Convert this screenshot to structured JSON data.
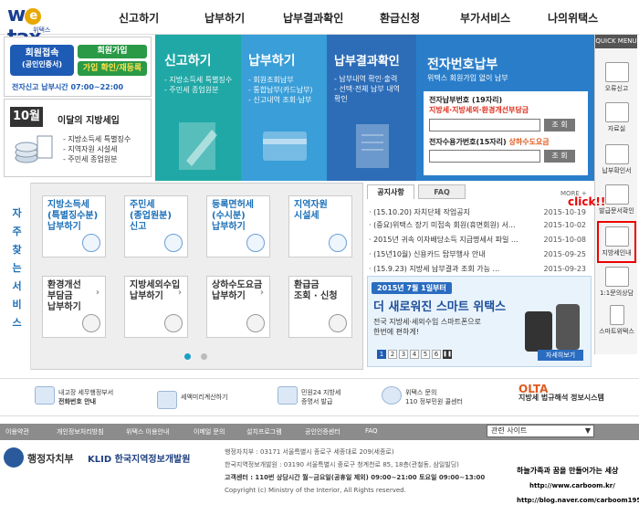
{
  "logo": {
    "brand": "wetax",
    "sub": "위택스"
  },
  "gnb": [
    "신고하기",
    "납부하기",
    "납부결과확인",
    "환급신청",
    "부가서비스",
    "나의위택스"
  ],
  "login": {
    "member_login": "회원접속",
    "cert": "(공인인증서)",
    "join": "회원가입",
    "confirm": "가입 확인/재등록",
    "hours": "전자신고 납부시간 07:00~22:00"
  },
  "month_tax": {
    "month": "10월",
    "title": "이달의 지방세입",
    "items": [
      "- 지방소득세 특별징수",
      "- 지역자원 시설세",
      "- 주민세 종업원분"
    ]
  },
  "panels": [
    {
      "title": "신고하기",
      "items": [
        "- 지방소득세 특별징수",
        "- 주민세 종업원분"
      ]
    },
    {
      "title": "납부하기",
      "items": [
        "- 회원조회납부",
        "- 통합납부(카드납부)",
        "- 신고내역 조회·납부"
      ]
    },
    {
      "title": "납부결과확인",
      "items": [
        "- 납부내역 확인·출력",
        "- 선택·전체 납부 내역",
        "  확인"
      ]
    }
  ],
  "e_num": {
    "title": "전자번호납부",
    "sub": "위택스 회원가입 없이 납부",
    "label1": "전자납부번호 (19자리)",
    "red1": "지방세·지방세외·환경개선부담금",
    "label2": "전자수용가번호(15자리)",
    "red2": "상하수도요금",
    "btn": "조 회"
  },
  "svc_title": [
    "자",
    "주",
    "찾",
    "는",
    "서",
    "비",
    "스"
  ],
  "cards": [
    {
      "l1": "지방소득세",
      "l2": "(특별징수분)",
      "l3": "납부하기"
    },
    {
      "l1": "주민세",
      "l2": "(종업원분)",
      "l3": "신고"
    },
    {
      "l1": "등록면허세",
      "l2": "(수시분)",
      "l3": "납부하기"
    },
    {
      "l1": "지역자원",
      "l2": "시설세",
      "l3": ""
    },
    {
      "l1": "환경개선",
      "l2": "부담금",
      "l3": "납부하기"
    },
    {
      "l1": "지방세외수입",
      "l2": "납부하기",
      "l3": ""
    },
    {
      "l1": "상하수도요금",
      "l2": "납부하기",
      "l3": ""
    },
    {
      "l1": "환급금",
      "l2": "조회 · 신청",
      "l3": ""
    }
  ],
  "notice": {
    "tab1": "공지사항",
    "tab2": "FAQ",
    "more": "MORE +",
    "rows": [
      {
        "t": "· (15.10.20) 자치단체 작업공지",
        "d": "2015-10-19"
      },
      {
        "t": "· (중요)위택스 장기 미접속 회원(휴면회원) 서...",
        "d": "2015-10-02"
      },
      {
        "t": "· 2015년 귀속 이자배당소득 지급명세서 파일 ...",
        "d": "2015-10-08"
      },
      {
        "t": "· (15년10월) 신용카드 탑부행사 안내",
        "d": "2015-09-25"
      },
      {
        "t": "· (15.9.23) 지방세 납부결과 조회 가능 ...",
        "d": "2015-09-23"
      }
    ]
  },
  "banner": {
    "tag": "2015년 7월 1일부터",
    "title": "더 새로워진 스마트 위택스",
    "l1": "전국 지방세·세외수입 스마트폰으로",
    "l2": "한번에 편하게!",
    "btn": "자세히보기",
    "pages": [
      "1",
      "2",
      "3",
      "4",
      "5",
      "6"
    ]
  },
  "quick": {
    "title": "QUICK MENU",
    "items": [
      "오류신고",
      "자료실",
      "납부확인서",
      "발급문서확인",
      "지방세인내",
      "1:1문의상담",
      "스마트위택스"
    ],
    "click": "click!!"
  },
  "quicklinks": [
    {
      "l1": "내고장 세무행정부서",
      "l2": "전화번호 안내"
    },
    {
      "l1": "세액미리계산하기",
      "l2": ""
    },
    {
      "l1": "민원24 지방세",
      "l2": "증명서 발급"
    },
    {
      "l1": "위택스 문의",
      "l2": "110 정부민원 콜센터"
    },
    {
      "l1": "OLTA",
      "l2": "지방세 법규해석 정보시스템"
    }
  ],
  "fnav": [
    "이용약관",
    "개인정보처리방침",
    "위택스 이용안내",
    "이메일 문의",
    "설치프로그램",
    "공인인증센터",
    "FAQ"
  ],
  "fselect": "관련 사이트",
  "footer": {
    "org1": "행정자치부",
    "org2": "KLID 한국지역정보개발원",
    "lines": [
      "행정자치부 : 03171 서울특별시 종로구 세종대로 209(세종로)",
      "한국지역정보개발원 : 03190 서울특별시 중로구 청계천로 85, 18층(관철동, 삼일빌딩)",
      "고객센터 : 110번 상담시간 월~금요일(공휴일 제외) 09:00~21:00 토요일 09:00~13:00",
      "Copyright (c) Ministry of the Interior, All Rights reserved."
    ]
  },
  "watermark": {
    "w1": "하늘가족과 꿈을 만들어가는 세상",
    "w2": "http://www.carboom.kr/",
    "w3": "http://blog.naver.com/carboom195"
  },
  "colors": {
    "panel1": "#1fa8a6",
    "panel2": "#3a9ed8",
    "panel3": "#2d6db8",
    "accent": "#1e5bb5"
  }
}
